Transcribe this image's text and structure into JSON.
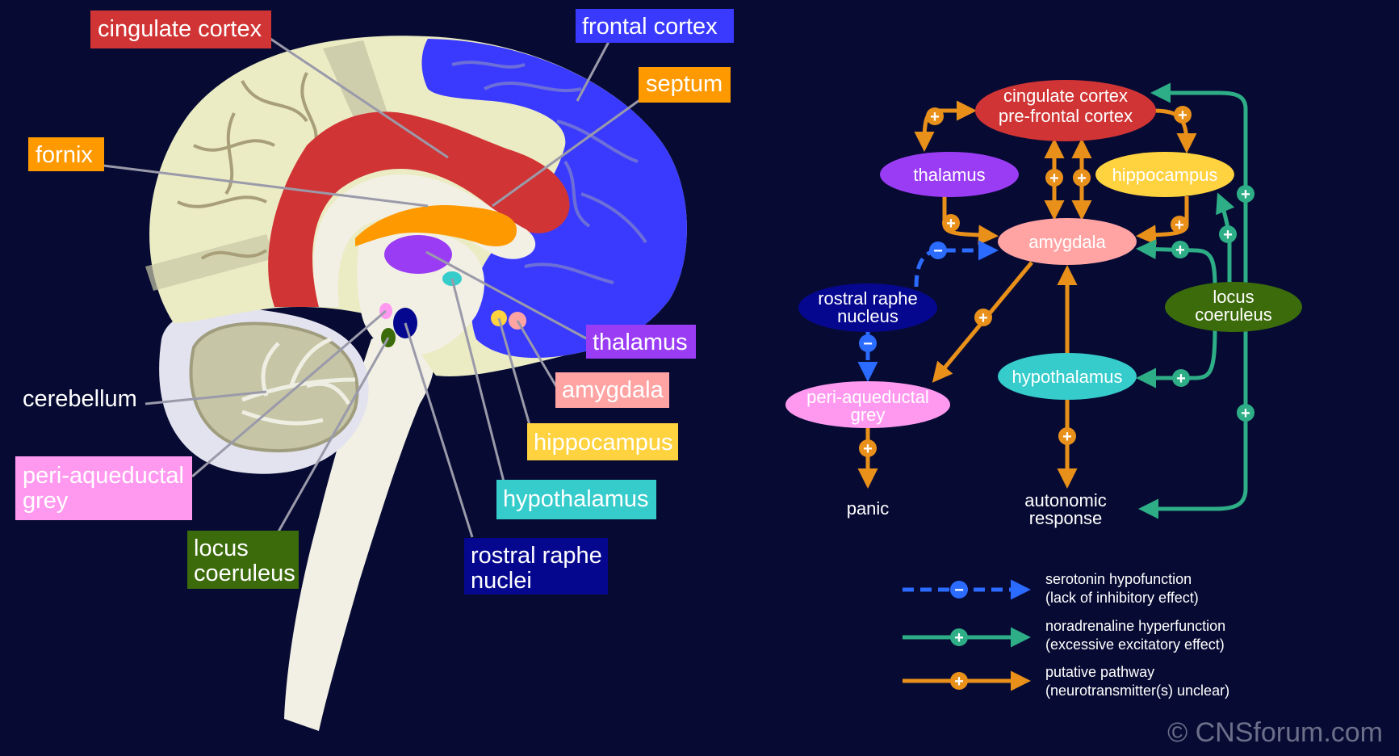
{
  "brain_labels": {
    "cingulate_cortex": "cingulate cortex",
    "frontal_cortex": "frontal cortex",
    "septum": "septum",
    "fornix": "fornix",
    "thalamus": "thalamus",
    "amygdala": "amygdala",
    "hippocampus": "hippocampus",
    "hypothalamus": "hypothalamus",
    "rostral_raphe_line1": "rostral raphe",
    "rostral_raphe_line2": "nuclei",
    "cerebellum": "cerebellum",
    "pag_line1": "peri-aqueductal",
    "pag_line2": "grey",
    "locus_line1": "locus",
    "locus_line2": "coeruleus"
  },
  "pathway_nodes": {
    "cingulate_line1": "cingulate cortex",
    "cingulate_line2": "pre-frontal cortex",
    "thalamus": "thalamus",
    "hippocampus": "hippocampus",
    "amygdala": "amygdala",
    "raphe_line1": "rostral raphe",
    "raphe_line2": "nucleus",
    "locus_line1": "locus",
    "locus_line2": "coeruleus",
    "pag_line1": "peri-aqueductal",
    "pag_line2": "grey",
    "hypothalamus": "hypothalamus",
    "panic": "panic",
    "autonomic_line1": "autonomic",
    "autonomic_line2": "response"
  },
  "legend": {
    "serotonin_line1": "serotonin hypofunction",
    "serotonin_line2": "(lack of inhibitory effect)",
    "noradrenaline_line1": "noradrenaline hyperfunction",
    "noradrenaline_line2": "(excessive excitatory effect)",
    "putative_line1": "putative pathway",
    "putative_line2": "(neurotransmitter(s) unclear)"
  },
  "signs": {
    "plus": "+",
    "minus": "−"
  },
  "copyright": "© CNSforum.com",
  "colors": {
    "background": "#070b33",
    "cingulate": "#d13434",
    "frontal": "#3a3aff",
    "septum_fornix": "#ff9900",
    "thalamus": "#9b3cf5",
    "amygdala": "#ffa3a3",
    "hippocampus": "#ffd23f",
    "hypothalamus": "#36cccc",
    "raphe": "#06078f",
    "pag": "#ff99f0",
    "locus": "#3b6b0a",
    "serotonin_path": "#2b6bff",
    "noradrenaline_path": "#2eae86",
    "putative_path": "#e8901a"
  }
}
